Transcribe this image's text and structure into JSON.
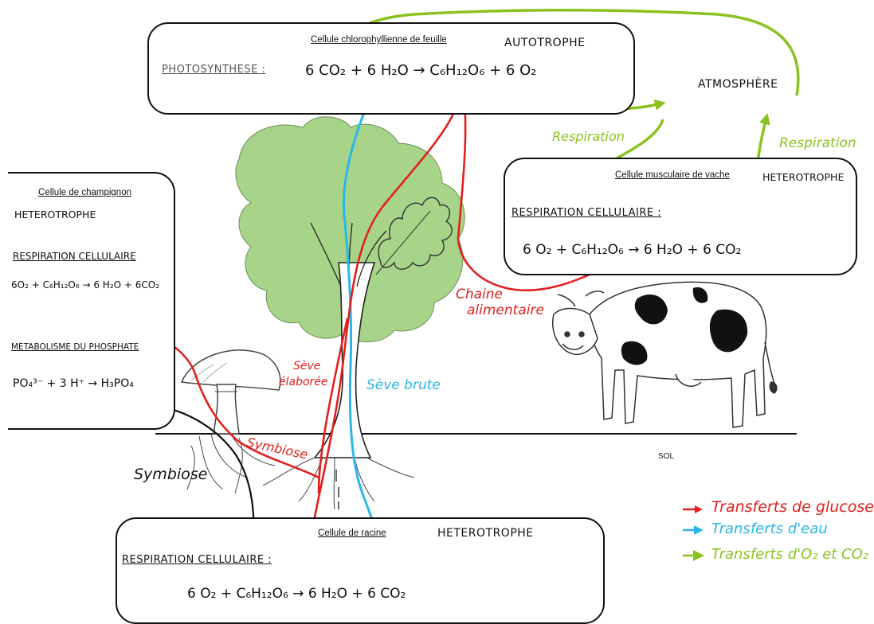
{
  "leaf_cell": {
    "name": "Cellule chlorophyllienne de feuille",
    "type": "AUTOTROPHE",
    "process": "PHOTOSYNTHESE :",
    "equation": "6 CO₂ + 6 H₂O → C₆H₁₂O₆ + 6 O₂"
  },
  "atmosphere": "ATMOSPHÈRE",
  "respiration_label_1": "Respiration",
  "respiration_label_2": "Respiration",
  "cow_cell": {
    "name": "Cellule musculaire de vache",
    "type": "HETEROTROPHE",
    "process": "RESPIRATION CELLULAIRE :",
    "equation": "6 O₂ + C₆H₁₂O₆ → 6 H₂O + 6 CO₂"
  },
  "mushroom_cell": {
    "name": "Cellule de champignon",
    "type": "HETEROTROPHE",
    "process1": "RESPIRATION CELLULAIRE",
    "equation1": "6O₂ + C₆H₁₂O₆ → 6 H₂O + 6CO₂",
    "process2": "METABOLISME DU PHOSPHATE",
    "equation2": "PO₄³⁻ + 3 H⁺ → H₃PO₄"
  },
  "root_cell": {
    "name": "Cellule de racine",
    "type": "HETEROTROPHE",
    "process": "RESPIRATION CELLULAIRE :",
    "equation": "6 O₂ + C₆H₁₂O₆ → 6 H₂O + 6 CO₂"
  },
  "labels": {
    "chaine": "Chaine",
    "alimentaire": "alimentaire",
    "seve": "Sève",
    "elaboree": "élaborée",
    "seve_brute": "Sève brute",
    "symbiose_red": "Symbiose",
    "symbiose_black": "Symbiose",
    "sol": "SOL"
  },
  "legend": [
    {
      "label": "Transferts de glucose",
      "color": "#e0201c"
    },
    {
      "label": "Transferts d'eau",
      "color": "#2bb6e8"
    },
    {
      "label": "Transferts d'O₂ et CO₂",
      "color": "#8cc21f"
    }
  ],
  "colors": {
    "glucose": "#e0201c",
    "water": "#2bb6e8",
    "gas": "#8cc21f",
    "foliage": "#a8d48a",
    "text": "#111111"
  }
}
